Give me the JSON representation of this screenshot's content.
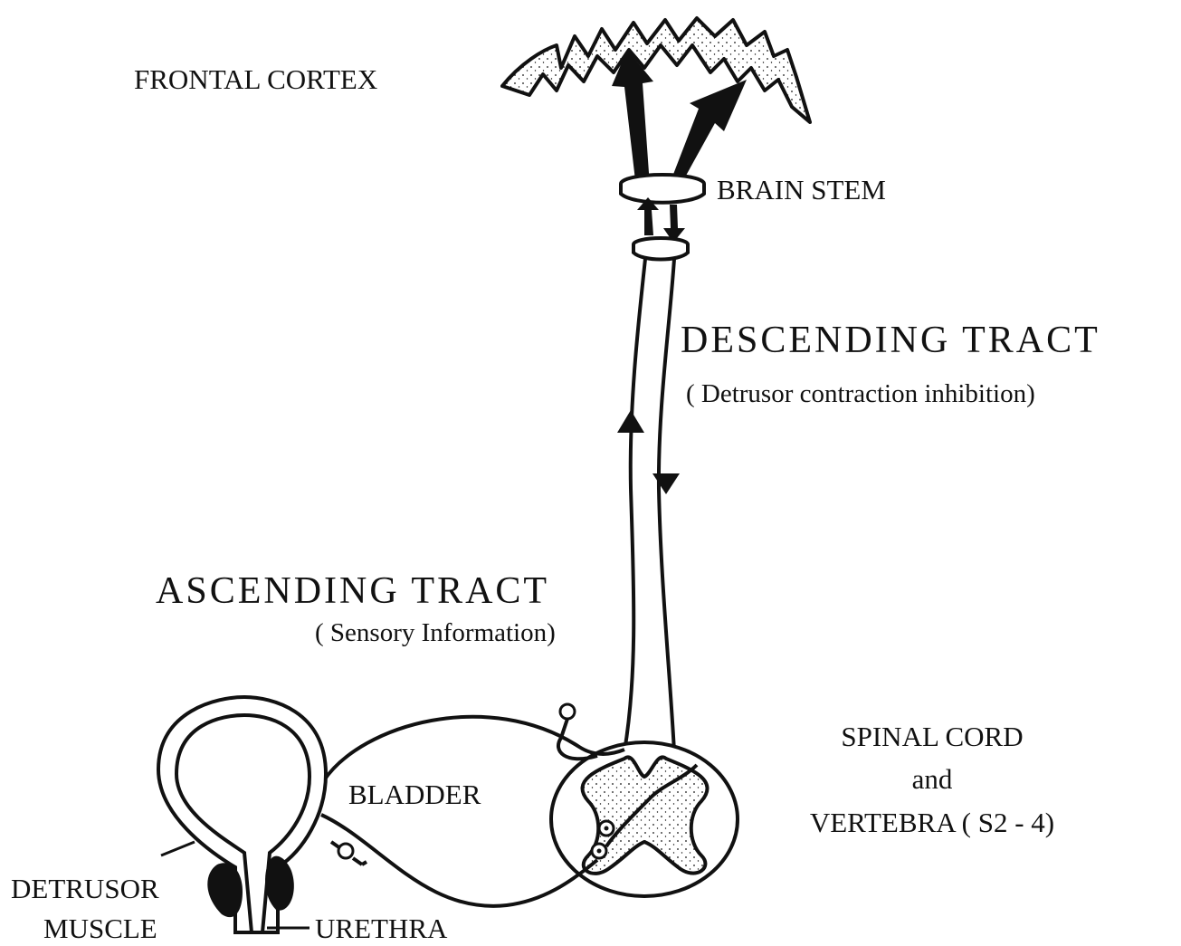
{
  "labels": {
    "frontal_cortex": "FRONTAL CORTEX",
    "brain_stem": "BRAIN STEM",
    "descending_tract": "DESCENDING TRACT",
    "descending_subtitle": "( Detrusor contraction inhibition)",
    "ascending_tract": "ASCENDING TRACT",
    "ascending_subtitle": "( Sensory Information)",
    "spinal_cord": "SPINAL CORD",
    "and": "and",
    "vertebra": "VERTEBRA ( S2 - 4)",
    "bladder": "BLADDER",
    "detrusor": "DETRUSOR",
    "muscle": "MUSCLE",
    "urethra": "URETHRA"
  },
  "colors": {
    "ink": "#111111",
    "background": "#ffffff"
  }
}
